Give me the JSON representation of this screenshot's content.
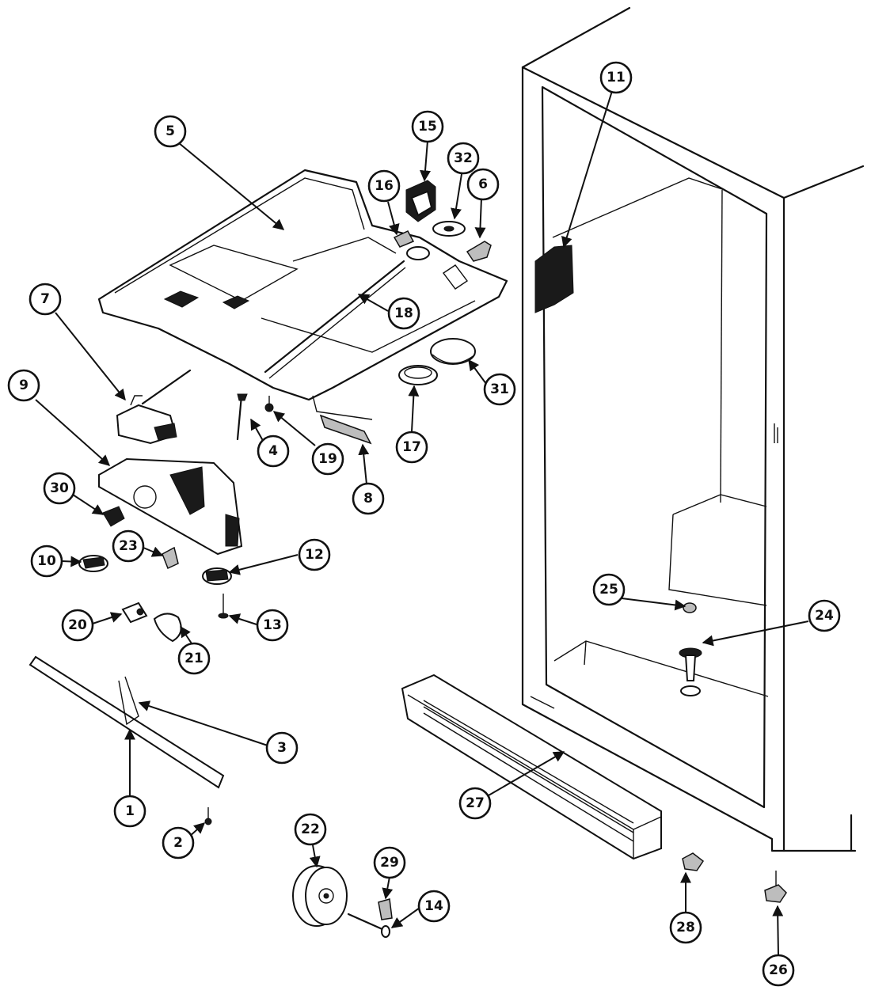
{
  "callouts": [
    {
      "id": "1",
      "label": "1"
    },
    {
      "id": "2",
      "label": "2"
    },
    {
      "id": "3",
      "label": "3"
    },
    {
      "id": "4",
      "label": "4"
    },
    {
      "id": "5",
      "label": "5"
    },
    {
      "id": "6",
      "label": "6"
    },
    {
      "id": "7",
      "label": "7"
    },
    {
      "id": "8",
      "label": "8"
    },
    {
      "id": "9",
      "label": "9"
    },
    {
      "id": "10",
      "label": "10"
    },
    {
      "id": "11",
      "label": "11"
    },
    {
      "id": "12",
      "label": "12"
    },
    {
      "id": "13",
      "label": "13"
    },
    {
      "id": "14",
      "label": "14"
    },
    {
      "id": "15",
      "label": "15"
    },
    {
      "id": "16",
      "label": "16"
    },
    {
      "id": "17",
      "label": "17"
    },
    {
      "id": "18",
      "label": "18"
    },
    {
      "id": "19",
      "label": "19"
    },
    {
      "id": "20",
      "label": "20"
    },
    {
      "id": "21",
      "label": "21"
    },
    {
      "id": "22",
      "label": "22"
    },
    {
      "id": "23",
      "label": "23"
    },
    {
      "id": "24",
      "label": "24"
    },
    {
      "id": "25",
      "label": "25"
    },
    {
      "id": "26",
      "label": "26"
    },
    {
      "id": "27",
      "label": "27"
    },
    {
      "id": "28",
      "label": "28"
    },
    {
      "id": "29",
      "label": "29"
    },
    {
      "id": "30",
      "label": "30"
    },
    {
      "id": "31",
      "label": "31"
    },
    {
      "id": "32",
      "label": "32"
    }
  ],
  "icons": {
    "cabinet": "refrigerator-cabinet-icon",
    "cover": "freezer-top-cover-icon",
    "grille": "toe-grille-icon",
    "roller": "roller-wheel-icon"
  }
}
